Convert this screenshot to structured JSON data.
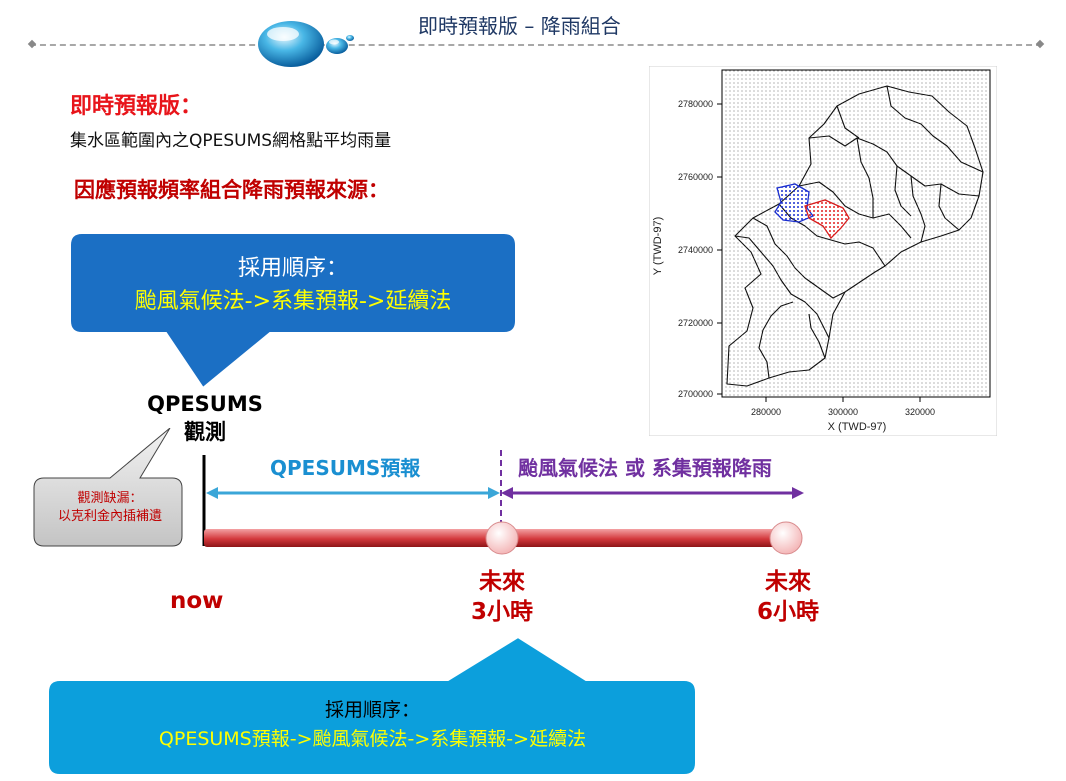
{
  "header": {
    "title": "即時預報版 – 降雨組合"
  },
  "section": {
    "title": "即時預報版：",
    "description": "集水區範圍內之QPESUMS網格點平均雨量",
    "combination": "因應預報頻率組合降雨預報來源："
  },
  "callout_top": {
    "line1": "採用順序：",
    "line2": "颱風氣候法->系集預報->延續法"
  },
  "observation_label": {
    "line1": "QPESUMS",
    "line2": "觀測"
  },
  "gap_note": {
    "line1": "觀測缺漏：",
    "line2": "以克利金內插補遺"
  },
  "timeline": {
    "segment1_label": "QPESUMS預報",
    "segment2_label": "颱風氣候法 或 系集預報降雨",
    "now_label": "now",
    "future3_line1": "未來",
    "future3_line2": "3小時",
    "future6_line1": "未來",
    "future6_line2": "6小時"
  },
  "callout_bottom": {
    "line1": "採用順序：",
    "line2": "QPESUMS預報->颱風氣候法->系集預報->延續法"
  },
  "map": {
    "y_axis_label": "Y (TWD-97)",
    "x_axis_label": "X (TWD-97)",
    "y_ticks": [
      "2780000",
      "2760000",
      "2740000",
      "2720000",
      "2700000"
    ],
    "x_ticks": [
      "280000",
      "300000",
      "320000"
    ]
  },
  "colors": {
    "title_red": "#e8141a",
    "dark_red": "#c00000",
    "callout_blue": "#1b6fc4",
    "callout_cyan": "#0c9fdc",
    "highlight_yellow": "#ffff00",
    "timeline_red": "#c0282c",
    "arrow_blue": "#1a8fd1",
    "arrow_purple": "#7030a0"
  }
}
